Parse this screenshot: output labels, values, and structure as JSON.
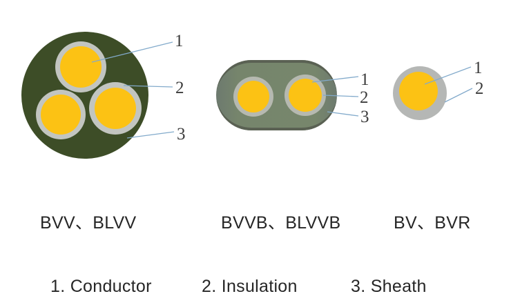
{
  "figure": {
    "legend": [
      {
        "label": "1. Conductor"
      },
      {
        "label": "2. Insulation"
      },
      {
        "label": "3. Sheath"
      }
    ]
  },
  "diagrams": [
    {
      "id": "bvv-blvv",
      "type_label": "BVV、BLVV",
      "core_count": 3,
      "sheath_shape": "round",
      "callouts": [
        "1",
        "2",
        "3"
      ]
    },
    {
      "id": "bvvb-blvvb",
      "type_label": "BVVB、BLVVB",
      "core_count": 2,
      "sheath_shape": "flat-oval",
      "callouts": [
        "1",
        "2",
        "3"
      ]
    },
    {
      "id": "bv-bvr",
      "type_label": "BV、BVR",
      "core_count": 1,
      "sheath_shape": "none",
      "callouts": [
        "1",
        "2"
      ]
    }
  ],
  "colors": {
    "conductor_yellow": "#fcc214",
    "insulation_gray": "#c2c5c0",
    "sheath_dark_green": "#3d4d27",
    "sheath_sage_green": "#76856c",
    "leader_line_blue": "#82aacb",
    "callout_number": "#3b3b3b",
    "caption_text": "#262626",
    "background": "#ffffff"
  }
}
